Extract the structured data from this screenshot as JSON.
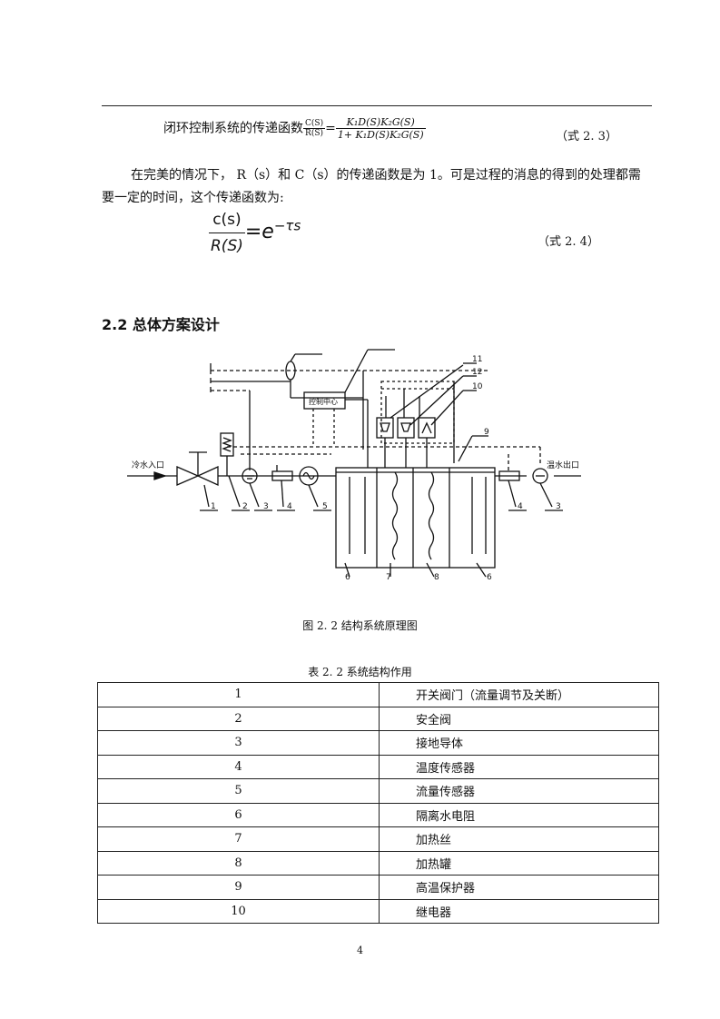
{
  "eq23": {
    "prefix": "闭环控制系统的传递函数",
    "left_num": "C(S)",
    "left_den": "R(S)",
    "eq": "=",
    "right_num": "K₁D(S)K₂G(S)",
    "right_den": "1+ K₁D(S)K₂G(S)",
    "number": "（式 2. 3）"
  },
  "paragraph": "在完美的情况下， R（s）和 C（s）的传递函数是为 1。可是过程的消息的得到的处理都需要一定的时间，这个传递函数为:",
  "eq24": {
    "num": "c(s)",
    "den": "R(S)",
    "rhs": "=e",
    "exp": "−τs",
    "number": "（式 2. 4）"
  },
  "section_heading": "2.2 总体方案设计",
  "figure": {
    "inlet_label": "冷水入口",
    "outlet_label": "温水出口",
    "controller_label": "控制中心",
    "callouts": [
      "1",
      "2",
      "3",
      "4",
      "5",
      "6",
      "7",
      "8",
      "6",
      "4",
      "3",
      "11",
      "12",
      "10",
      "9"
    ]
  },
  "figure_caption": "图 2. 2 结构系统原理图",
  "table_caption": "表 2. 2 系统结构作用",
  "table_rows": [
    {
      "no": "1",
      "desc": "开关阀门（流量调节及关断）"
    },
    {
      "no": "2",
      "desc": "安全阀"
    },
    {
      "no": "3",
      "desc": "接地导体"
    },
    {
      "no": "4",
      "desc": "温度传感器"
    },
    {
      "no": "5",
      "desc": "流量传感器"
    },
    {
      "no": "6",
      "desc": "隔离水电阻"
    },
    {
      "no": "7",
      "desc": "加热丝"
    },
    {
      "no": "8",
      "desc": "加热罐"
    },
    {
      "no": "9",
      "desc": "高温保护器"
    },
    {
      "no": "10",
      "desc": "继电器"
    }
  ],
  "page_number": "4"
}
